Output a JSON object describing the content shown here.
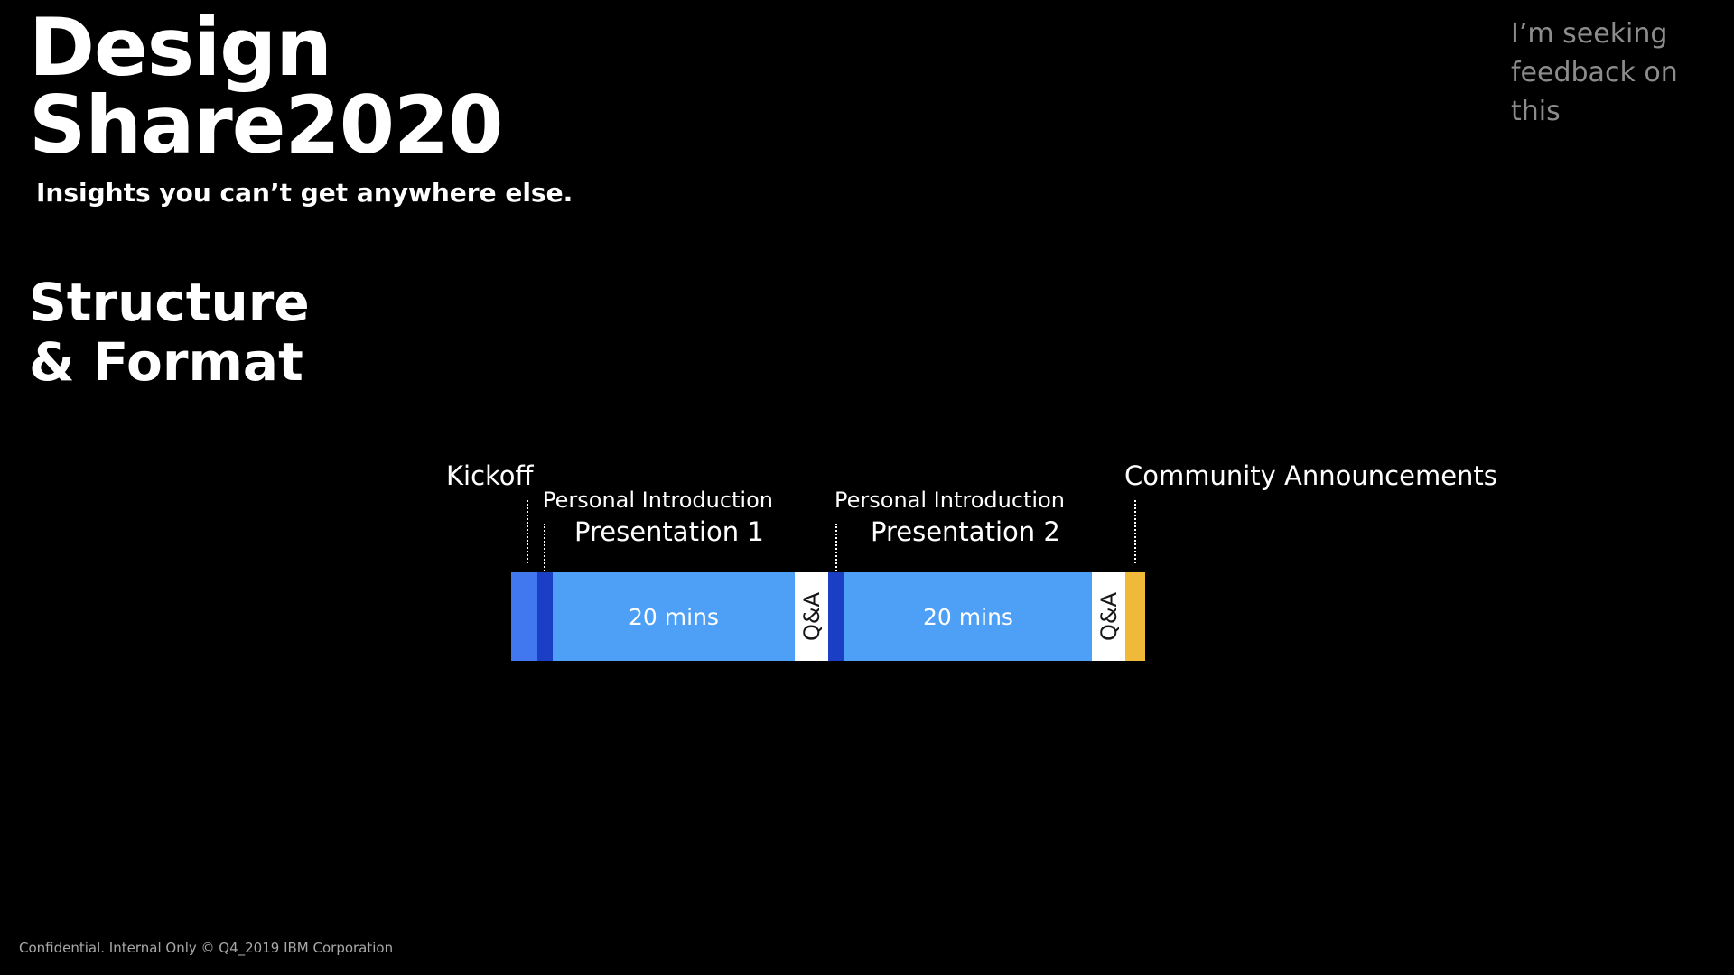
{
  "brand": {
    "title": "Design\nShare2020",
    "tagline": "Insights you can’t get anywhere else."
  },
  "section": {
    "title": "Structure\n& Format"
  },
  "note": {
    "text": "I’m seeking\nfeedback on this"
  },
  "footer": {
    "text": "Confidential. Internal Only © Q4_2019 IBM Corporation"
  },
  "timeline": {
    "labels": {
      "kickoff": "Kickoff",
      "intro_1": "Personal Introduction",
      "presentation_1": "Presentation 1",
      "intro_2": "Personal Introduction",
      "presentation_2": "Presentation 2",
      "announcements": "Community Announcements"
    },
    "segments": {
      "presentation_1_duration": "20 mins",
      "qa_1": "Q&A",
      "presentation_2_duration": "20 mins",
      "qa_2": "Q&A"
    },
    "colors": {
      "kickoff": "#4178f0",
      "intro": "#1a3fc4",
      "presentation": "#4da0f5",
      "qa": "#ffffff",
      "announcements": "#f0b93a"
    }
  }
}
